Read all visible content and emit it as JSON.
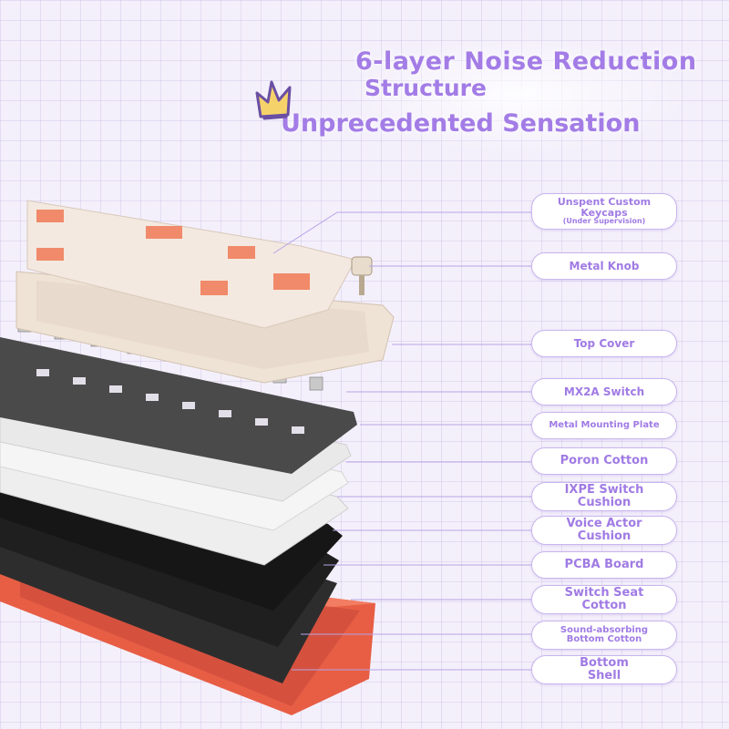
{
  "headline": {
    "line1": "6-layer Noise Reduction",
    "line2": "Structure",
    "line3": "Unprecedented Sensation"
  },
  "colors": {
    "accent": "#a37ce6",
    "label_border": "#c8b6ec",
    "keycap_orange": "#f08a6a",
    "keycap_cream": "#f4e9e0",
    "shell_orange": "#e9604a",
    "plate_dark": "#3b3b3b",
    "pcb_black": "#1c1c1c"
  },
  "icons": {
    "decoration": "crown-sparkle-icon"
  },
  "layers": [
    {
      "line1": "Unspent Custom",
      "line2": "Keycaps",
      "note": "(Under Supervision)"
    },
    {
      "line1": "Metal Knob"
    },
    {
      "line1": "Top Cover"
    },
    {
      "line1": "MX2A Switch"
    },
    {
      "line1": "Metal Mounting Plate"
    },
    {
      "line1": "Poron Cotton"
    },
    {
      "line1": "IXPE Switch",
      "line2": "Cushion"
    },
    {
      "line1": "Voice Actor",
      "line2": "Cushion"
    },
    {
      "line1": "PCBA Board"
    },
    {
      "line1": "Switch Seat",
      "line2": "Cotton"
    },
    {
      "line1": "Sound-absorbing",
      "line2": "Bottom Cotton"
    },
    {
      "line1": "Bottom",
      "line2": "Shell"
    }
  ]
}
